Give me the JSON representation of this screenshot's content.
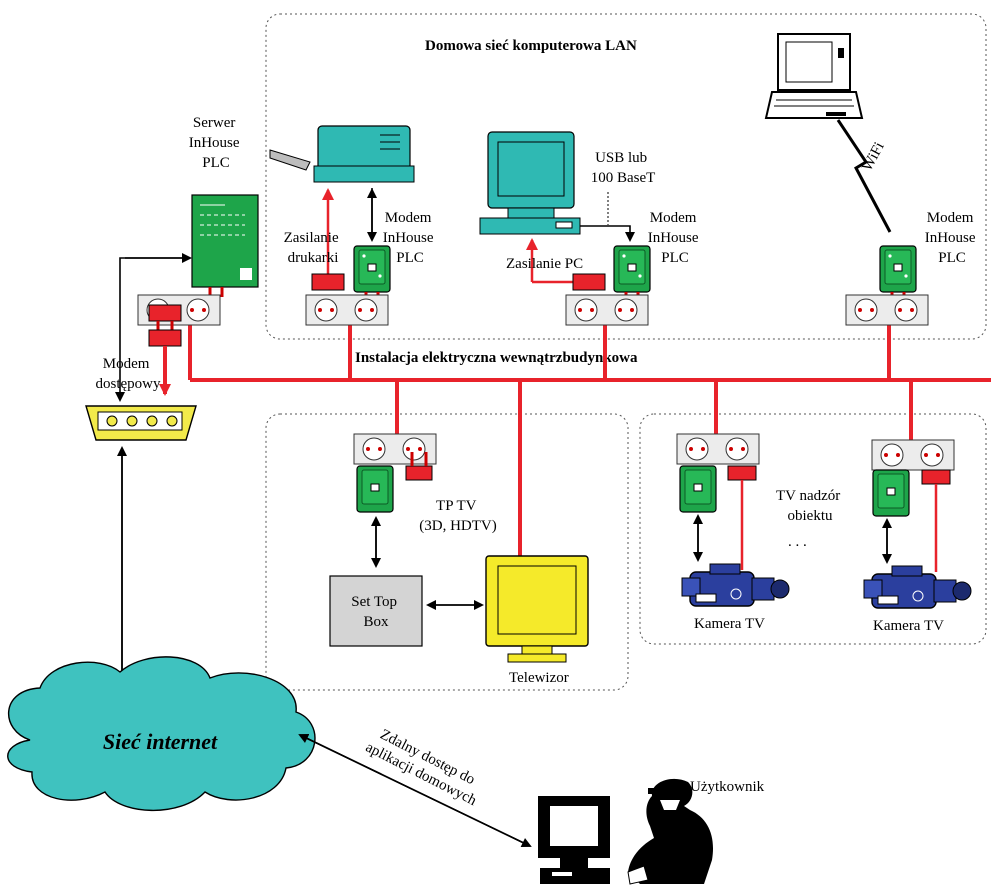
{
  "zones": {
    "lan_title": "Domowa sieć komputerowa LAN",
    "wiring_title": "Instalacja elektryczna wewnątrzbudynkowa",
    "tp_tv": [
      "TP TV",
      "(3D, HDTV)"
    ],
    "surveillance": [
      "TV nadzór",
      "obiektu"
    ],
    "ellipsis": ". . ."
  },
  "devices": {
    "server": [
      "Serwer",
      "InHouse",
      "PLC"
    ],
    "access_modem": [
      "Modem",
      "dostępowy"
    ],
    "modem_printer": [
      "Modem",
      "InHouse",
      "PLC"
    ],
    "modem_pc": [
      "Modem",
      "InHouse",
      "PLC"
    ],
    "modem_laptop": [
      "Modem",
      "InHouse",
      "PLC"
    ],
    "printer_power": [
      "Zasilanie",
      "drukarki"
    ],
    "pc_power": "Zasilanie PC",
    "pc_link": [
      "USB lub",
      "100 BaseT"
    ],
    "wifi": "WiFi",
    "set_top_box": [
      "Set Top",
      "Box"
    ],
    "tv": "Telewizor",
    "camera1": "Kamera TV",
    "camera2": "Kamera TV",
    "user": "Użytkownik",
    "internet": "Sieć internet",
    "remote_access": [
      "Zdalny dostęp do",
      "aplikacji domowych"
    ]
  },
  "colors": {
    "power_line": "#e8232b",
    "plc_modem": "#1ea54a",
    "server": "#1ea54a",
    "cloud": "#3fc2bf",
    "printer": "#2fb9b3",
    "monitor": "#2fb9b3",
    "tv": "#f5ea2a",
    "camera": "#2b3f9e",
    "access_modem": "#f2ea4a",
    "set_top_box": "#d4d4d4"
  }
}
